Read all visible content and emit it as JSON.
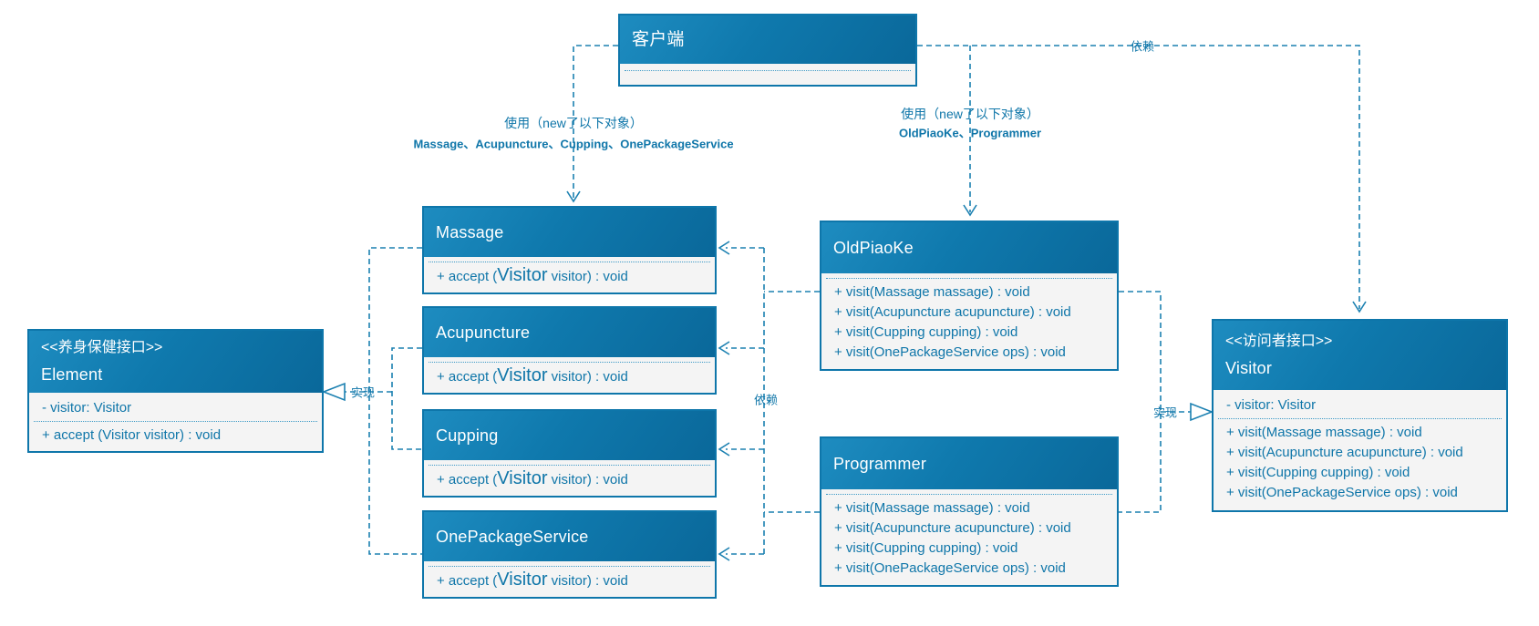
{
  "colors": {
    "accent": "#0e76aa",
    "header_gradient_start": "#1e8cc0",
    "header_gradient_end": "#0a689a",
    "body_bg": "#f4f4f4",
    "line_blue": "#1b80b1",
    "text_blue": "#0f76a9"
  },
  "nodes": {
    "client": {
      "title": "客户端"
    },
    "massage": {
      "title": "Massage",
      "accept_pre": "+ accept (",
      "accept_big": "Visitor",
      "accept_post": " visitor) : void"
    },
    "acupuncture": {
      "title": "Acupuncture",
      "accept_pre": "+ accept (",
      "accept_big": "Visitor",
      "accept_post": " visitor) : void"
    },
    "cupping": {
      "title": "Cupping",
      "accept_pre": "+ accept (",
      "accept_big": "Visitor",
      "accept_post": " visitor) : void"
    },
    "onepackageservice": {
      "title": "OnePackageService",
      "accept_pre": "+ accept (",
      "accept_big": "Visitor",
      "accept_post": " visitor) : void"
    },
    "element": {
      "stereotype": "<<养身保健接口>>",
      "title": "Element",
      "attribute": "- visitor: Visitor",
      "method": "+ accept (Visitor visitor) : void"
    },
    "oldpiaoke": {
      "title": "OldPiaoKe",
      "methods": [
        "+ visit(Massage massage) : void",
        "+ visit(Acupuncture acupuncture) : void",
        "+ visit(Cupping cupping) : void",
        "+ visit(OnePackageService ops) : void"
      ]
    },
    "programmer": {
      "title": "Programmer",
      "methods": [
        "+ visit(Massage massage) : void",
        "+ visit(Acupuncture acupuncture) : void",
        "+ visit(Cupping cupping) : void",
        "+ visit(OnePackageService ops) : void"
      ]
    },
    "visitor": {
      "stereotype": "<<访问者接口>>",
      "title": "Visitor",
      "attribute": "- visitor: Visitor",
      "methods": [
        "+ visit(Massage massage) : void",
        "+ visit(Acupuncture acupuncture) : void",
        "+ visit(Cupping cupping) : void",
        "+ visit(OnePackageService ops) : void"
      ]
    }
  },
  "edge_labels": {
    "use_left_line1": "使用（new了以下对象）",
    "use_left_line2": "Massage、Acupuncture、Cupping、OnePackageService",
    "use_right_line1": "使用（new了以下对象）",
    "use_right_line2": "OldPiaoKe、Programmer",
    "dependency_top": "依赖",
    "dependency_mid": "依赖",
    "realize_left": "实现",
    "realize_right": "实现"
  }
}
